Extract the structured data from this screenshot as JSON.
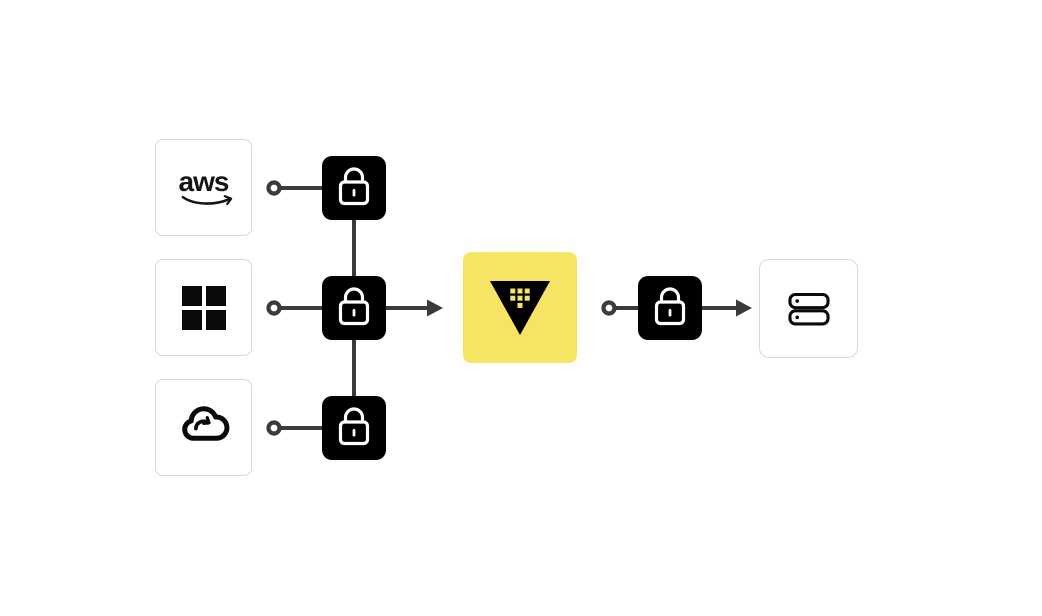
{
  "diagram": {
    "description": "Cloud secret sources encrypted into HashiCorp Vault and delivered to servers",
    "colors": {
      "background": "#ffffff",
      "connector": "#3b3b3b",
      "lock_node": "#000000",
      "source_border": "#d8d8d8",
      "vault_yellow": "#f8e464",
      "icon_black": "#0a0a0a"
    },
    "nodes": {
      "aws": {
        "type": "source",
        "label": "aws",
        "icon": "aws-logo"
      },
      "microsoft": {
        "type": "source",
        "icon": "windows-logo"
      },
      "cloud": {
        "type": "source",
        "icon": "cloud-icon"
      },
      "lock_top": {
        "type": "encryption",
        "icon": "lock-icon"
      },
      "lock_middle": {
        "type": "encryption",
        "icon": "lock-icon"
      },
      "lock_bottom": {
        "type": "encryption",
        "icon": "lock-icon"
      },
      "vault": {
        "type": "vault",
        "icon": "vault-logo"
      },
      "lock_output": {
        "type": "encryption",
        "icon": "lock-icon"
      },
      "servers": {
        "type": "destination",
        "icon": "server-icon"
      }
    }
  }
}
